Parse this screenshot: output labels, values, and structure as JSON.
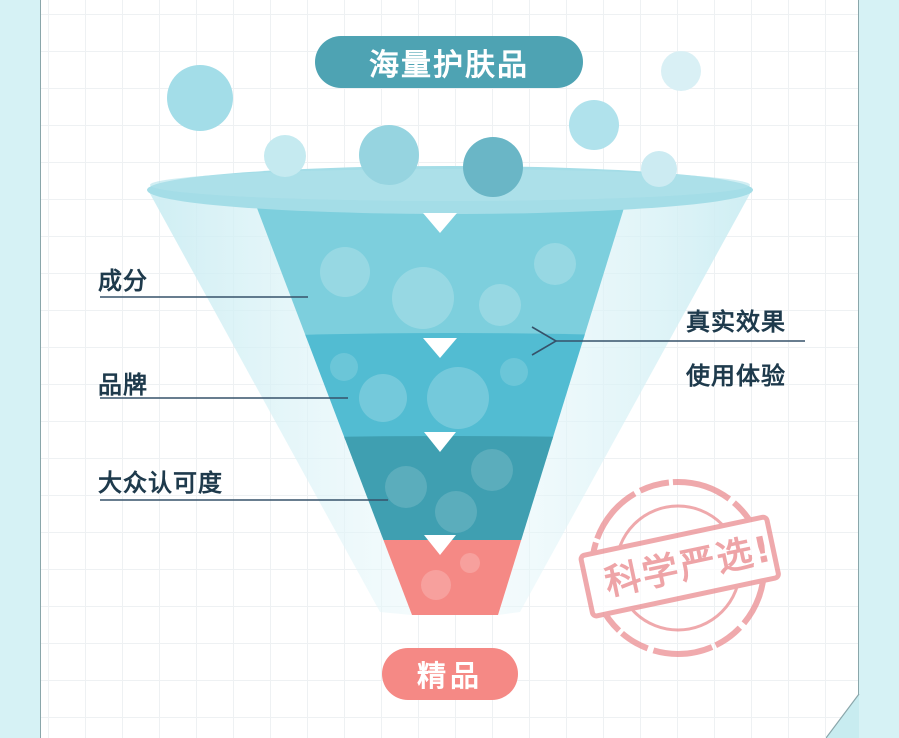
{
  "diagram": {
    "type": "funnel",
    "top_label": "海量护肤品",
    "bottom_label": "精品",
    "left_criteria": [
      {
        "label": "成分"
      },
      {
        "label": "品牌"
      },
      {
        "label": "大众认可度"
      }
    ],
    "right_criteria": [
      {
        "label": "真实效果"
      },
      {
        "label": "使用体验"
      }
    ],
    "stamp_text": "科学严选!",
    "layers": [
      {
        "name": "layer-1",
        "color": "#7dcfdd"
      },
      {
        "name": "layer-2",
        "color": "#52bcd2"
      },
      {
        "name": "layer-3",
        "color": "#3f9fb1"
      },
      {
        "name": "layer-4",
        "color": "#f58985"
      }
    ],
    "colors": {
      "title_pill": "#4ea3b3",
      "result_pill": "#f58985",
      "label_text": "#1e3a4c",
      "background_side": "#d6f2f5",
      "stamp": "#e9868a"
    }
  }
}
